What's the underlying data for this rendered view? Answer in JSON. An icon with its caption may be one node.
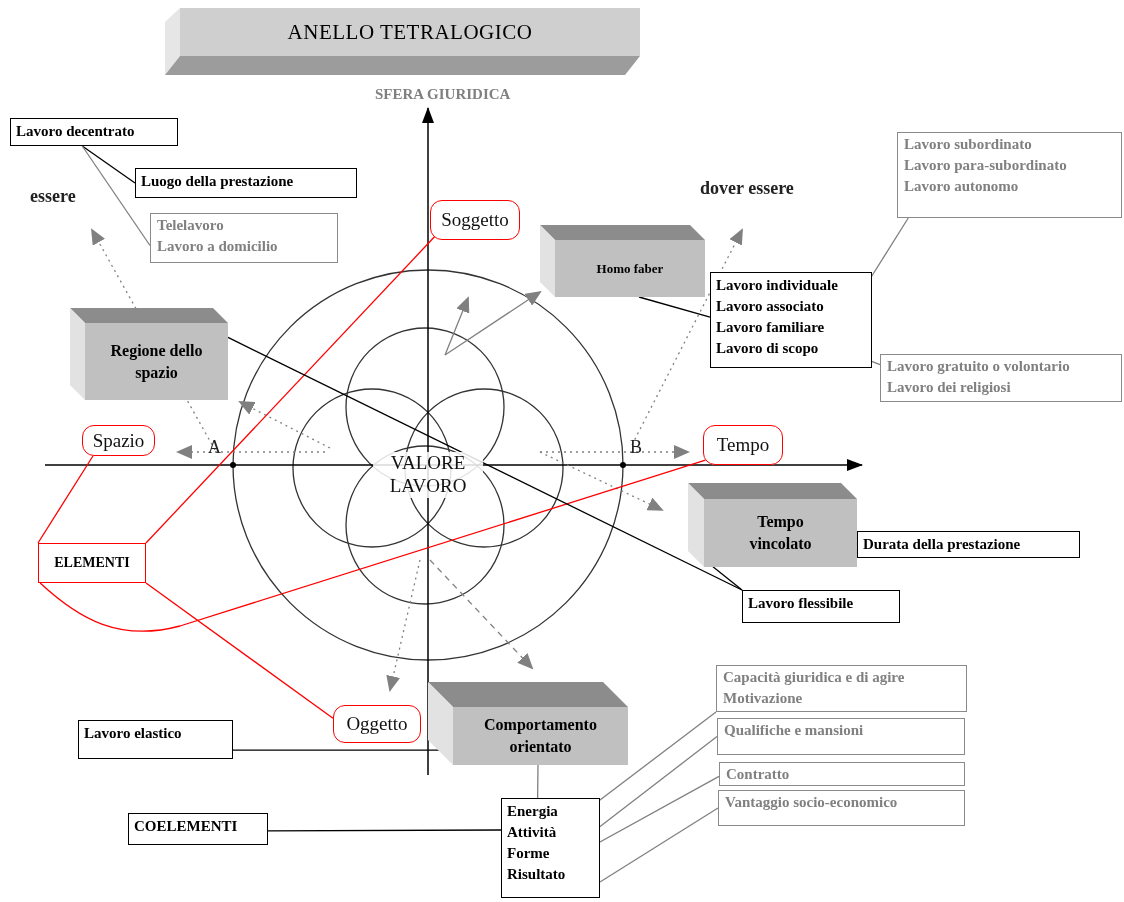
{
  "diagram": {
    "title": "ANELLO TETRALOGICO",
    "nodes": [
      {
        "text": [
          "Lavoro decentrato"
        ]
      },
      {
        "text": [
          "Luogo della prestazione"
        ]
      },
      {
        "text": [
          "Telelavoro",
          "Lavoro a domicilio"
        ]
      },
      {
        "text": [
          "Soggetto"
        ]
      },
      {
        "text": [
          "Homo faber"
        ]
      },
      {
        "text": [
          "Lavoro individuale",
          "Lavoro associato",
          "Lavoro familiare",
          "Lavoro di scopo"
        ]
      },
      {
        "text": [
          "Lavoro subordinato",
          "Lavoro para-subordinato",
          "Lavoro autonomo"
        ]
      },
      {
        "text": [
          "Lavoro gratuito o volontario",
          "Lavoro dei religiosi"
        ]
      },
      {
        "text": [
          "Regione dello spazio"
        ]
      },
      {
        "text": [
          "Spazio"
        ]
      },
      {
        "text": [
          "Tempo"
        ]
      },
      {
        "text": [
          "Tempo vincolato"
        ]
      },
      {
        "text": [
          "Durata della prestazione"
        ]
      },
      {
        "text": [
          "Lavoro flessibile"
        ]
      },
      {
        "text": [
          "ELEMENTI"
        ]
      },
      {
        "text": [
          "Oggetto"
        ]
      },
      {
        "text": [
          "Lavoro elastico"
        ]
      },
      {
        "text": [
          "Comportamento orientato"
        ]
      },
      {
        "text": [
          "COELEMENTI"
        ]
      },
      {
        "text": [
          "Energia",
          "Attività",
          "Forme",
          "Risultato"
        ]
      },
      {
        "text": [
          "Capacità giuridica e di agire",
          "Motivazione"
        ]
      },
      {
        "text": [
          "Qualifiche e mansioni"
        ]
      },
      {
        "text": [
          "Contratto"
        ]
      },
      {
        "text": [
          "Vantaggio socio-economico"
        ]
      }
    ],
    "edges": [
      {
        "from": 0,
        "to": 1,
        "arrow": "none",
        "color": "#000000"
      },
      {
        "from": 0,
        "to": 2,
        "arrow": "none",
        "color": "#808080"
      },
      {
        "from": 14,
        "to": 9,
        "arrow": "none",
        "color": "#ff0000"
      },
      {
        "from": 14,
        "to": 3,
        "arrow": "none",
        "color": "#ff0000"
      },
      {
        "from": 14,
        "to": 10,
        "arrow": "none",
        "color": "#ff0000"
      },
      {
        "from": 14,
        "to": 15,
        "arrow": "none",
        "color": "#ff0000"
      },
      {
        "from": 4,
        "to": 5,
        "arrow": "none",
        "color": "#000000"
      },
      {
        "from": 5,
        "to": 6,
        "arrow": "none",
        "color": "#808080"
      },
      {
        "from": 5,
        "to": 7,
        "arrow": "none",
        "color": "#808080"
      },
      {
        "from": 8,
        "to": 13,
        "arrow": "none",
        "color": "#000000"
      },
      {
        "from": 11,
        "to": 13,
        "arrow": "none",
        "color": "#000000"
      },
      {
        "from": 16,
        "to": 17,
        "arrow": "none",
        "color": "#000000"
      },
      {
        "from": 18,
        "to": 19,
        "arrow": "none",
        "color": "#000000"
      },
      {
        "from": 17,
        "to": 19,
        "arrow": "none",
        "color": "#808080"
      },
      {
        "from": 19,
        "to": 20,
        "arrow": "none",
        "color": "#808080"
      },
      {
        "from": 19,
        "to": 21,
        "arrow": "none",
        "color": "#808080"
      },
      {
        "from": 19,
        "to": 22,
        "arrow": "none",
        "color": "#808080"
      },
      {
        "from": 19,
        "to": 23,
        "arrow": "none",
        "color": "#808080"
      }
    ],
    "labels": [
      "SFERA GIURIDICA",
      "essere",
      "dover essere",
      "A",
      "B",
      "VALORE LAVORO"
    ]
  }
}
